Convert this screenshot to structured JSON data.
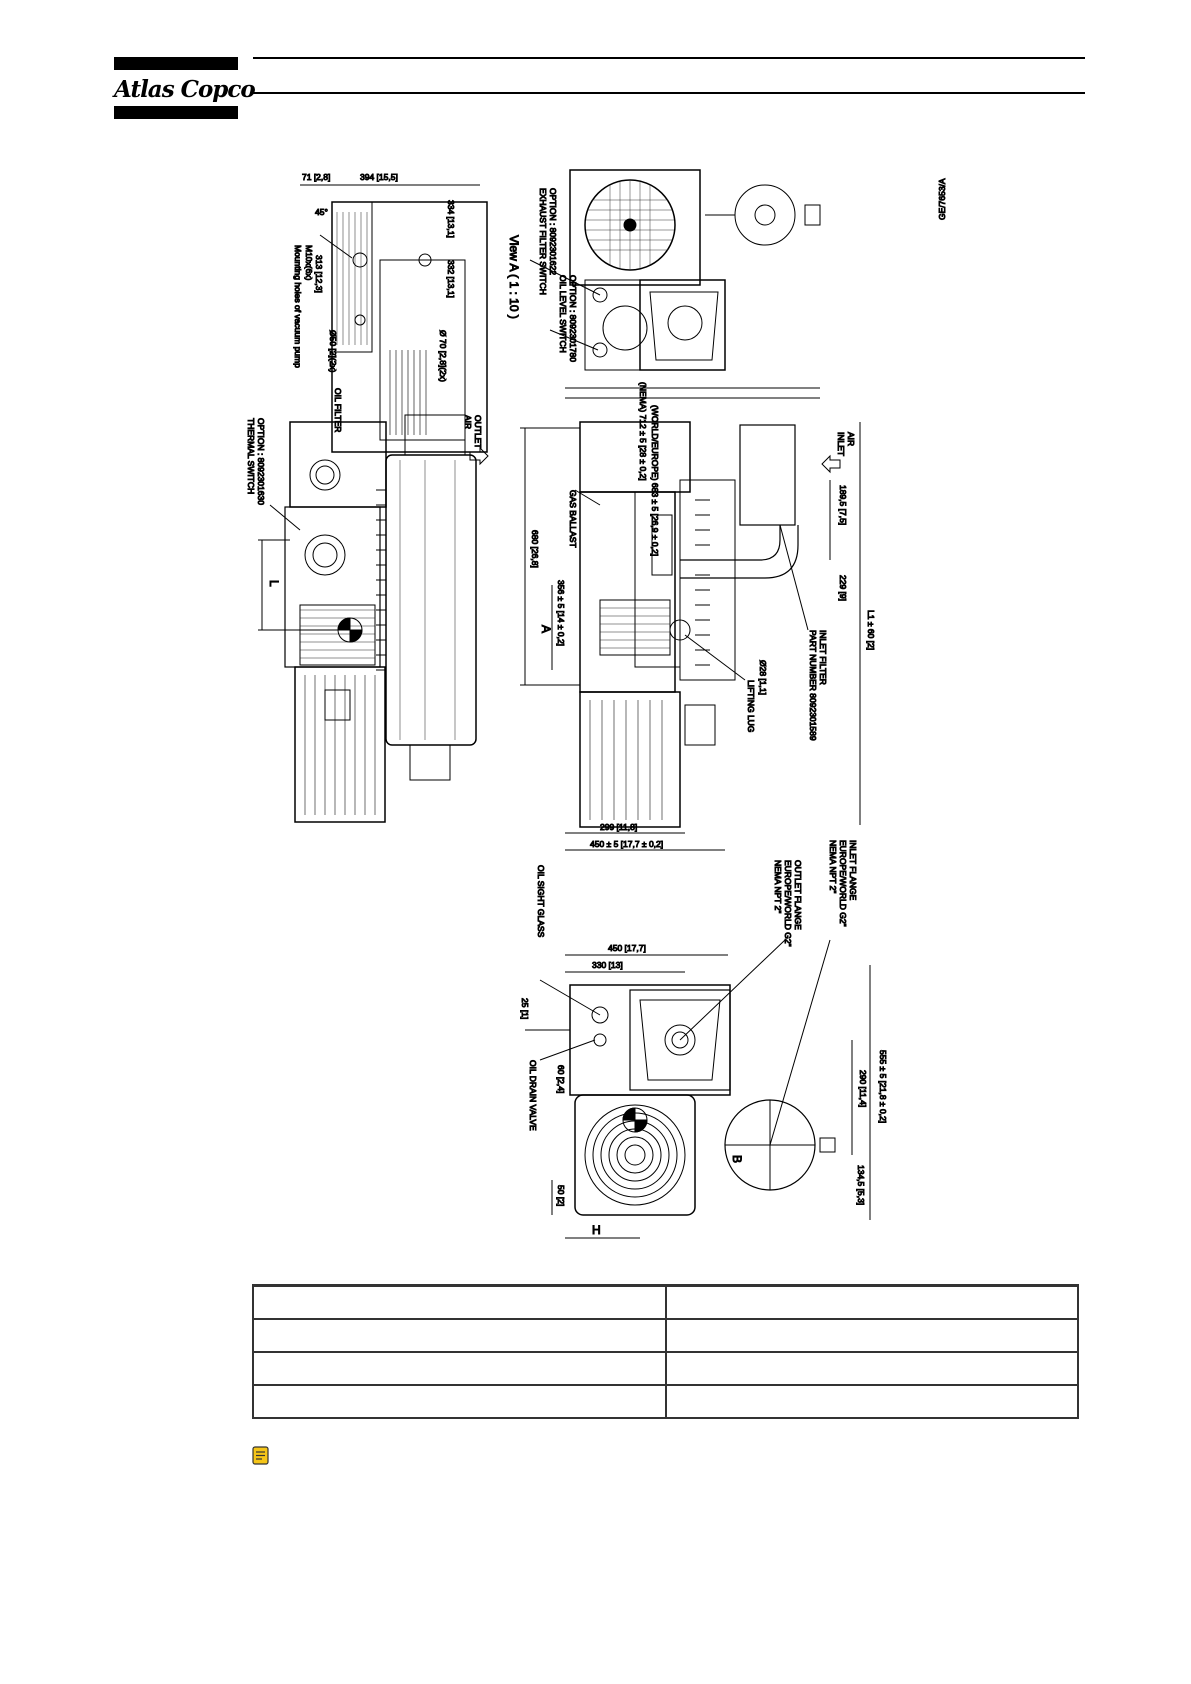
{
  "brand": {
    "logo_text": "Atlas Copco"
  },
  "drawing": {
    "ref": "GE/7653/A",
    "view_title": "View A ( 1 : 10 )",
    "top_view": {
      "dim_71": "71 [2,8]",
      "dim_394": "394 [15,5]",
      "angle": "45°",
      "dim_334": "334 [13,1]",
      "dim_332": "332 [13,1]",
      "dim_313": "313 [12,3]",
      "dim_70": "Ø 70 [2,8](2x)",
      "dim_50": "Ø50 [2](2x)",
      "mount_note_1": "Mounting holes of vacuum pump",
      "mount_note_2": "M10x(6x)",
      "oil_filter": "OIL FILTER",
      "exhaust_switch_1": "EXHAUST FILTER SWITCH",
      "exhaust_switch_2": "OPTION : 8092301622",
      "oil_level_1": "OIL LEVEL SWITCH",
      "oil_level_2": "OPTION : 8092301780"
    },
    "side_view": {
      "air_outlet_1": "AIR",
      "air_outlet_2": "OUTLET",
      "thermal_1": "THERMAL SWITCH",
      "thermal_2": "OPTION : 8092301630",
      "dim_L": "L",
      "gas_ballast": "GAS BALLAST",
      "dim_680": "680 [26,8]",
      "dim_356": "356 ± 5 [14 ± 0,2]",
      "view_marker": "A",
      "nema": "(NEMA) 712 ± 5 [28 ± 0,2]",
      "world": "(WORLD/EUROPE) 683 ± 5 [26,9 ± 0,2]",
      "air_inlet_1": "AIR",
      "air_inlet_2": "INLET",
      "dim_189": "189,5 [7,5]",
      "dim_229": "229 [9]",
      "dim_L1": "L1 ± 60 [2]",
      "inlet_filter_1": "INLET FILTER",
      "inlet_filter_2": "PART NUMBER 8092301589",
      "dim_28": "Ø28 [1,1]",
      "lifting_lug": "LIFTING LUG",
      "dim_299": "299 [11,8]",
      "dim_450a": "450 ± 5 [17,7 ± 0,2]"
    },
    "end_view": {
      "inlet_flange_1": "INLET FLANGE",
      "inlet_flange_2": "EUROPE/WORLD G2\"",
      "inlet_flange_3": "NEMA NPT 2\"",
      "outlet_flange_1": "OUTLET FLANGE",
      "outlet_flange_2": "EUROPE/WORLD G2\"",
      "outlet_flange_3": "NEMA NPT 2\"",
      "oil_sight": "OIL SIGHT GLASS",
      "dim_450": "450 [17,7]",
      "dim_330": "330 [13]",
      "dim_25": "25 [1]",
      "dim_60": "60 [2,4]",
      "oil_drain": "OIL DRAIN VALVE",
      "dim_555": "555 ± 5 [21,8 ± 0,2]",
      "dim_290": "290 [11,4]",
      "dim_B": "B",
      "dim_134": "134,5 [5,3]",
      "dim_50": "50 [2]",
      "dim_H": "H"
    }
  },
  "table": {
    "rows": [
      [
        "",
        ""
      ],
      [
        "",
        ""
      ],
      [
        "",
        ""
      ],
      [
        "",
        ""
      ]
    ]
  },
  "note": {
    "icon": "note-icon"
  }
}
